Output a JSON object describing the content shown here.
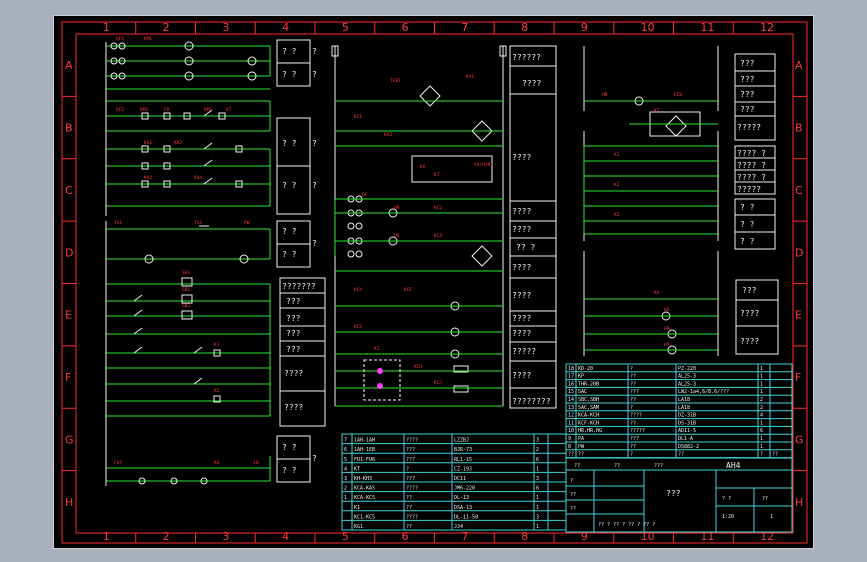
{
  "grid": {
    "columns": [
      "1",
      "2",
      "3",
      "4",
      "5",
      "6",
      "7",
      "8",
      "9",
      "10",
      "11",
      "12"
    ],
    "rows": [
      "A",
      "B",
      "C",
      "D",
      "E",
      "F",
      "G",
      "H"
    ]
  },
  "colors": {
    "frame": "#ff2a2a",
    "wire": "#2ee82e",
    "device": "#f2f2f2",
    "table": "#3fd6d6",
    "marker": "#ff40ff"
  },
  "left_boxes": {
    "box1": [
      "? ?",
      "? ?",
      "?",
      "?"
    ],
    "box2": [
      "? ?",
      "? ?",
      "?",
      "?"
    ],
    "box3": [
      "? ?",
      "? ?",
      "?"
    ],
    "box4": [
      "? ?",
      "? ?",
      "?"
    ]
  },
  "center_boxes": {
    "list": [
      "???????",
      "???",
      "???",
      "???",
      "???",
      "????",
      "????"
    ],
    "bottom": [
      "? ?",
      "???",
      "?"
    ]
  },
  "right_column": {
    "labels": [
      "??????",
      "????",
      "????",
      "????",
      "????",
      "?? ?",
      "????",
      "????",
      "????",
      "????",
      "?????",
      "????",
      "????????"
    ]
  },
  "far_right": {
    "top": [
      "???",
      "???",
      "???",
      "???",
      "?????"
    ],
    "mid": [
      "???? ?",
      "???? ?",
      "???? ?",
      "?????"
    ],
    "mid2": [
      "? ?",
      "? ?",
      "? ?"
    ],
    "bottom": [
      "???",
      "????",
      "????"
    ]
  },
  "bom_upper": [
    [
      "18",
      "KD-20",
      "?",
      "PZ-220",
      "1",
      ""
    ],
    [
      "17",
      "KP",
      "??",
      "AL25-3",
      "1",
      ""
    ],
    [
      "16",
      "THR-20B",
      "??",
      "AL25-3",
      "1",
      ""
    ],
    [
      "15",
      "SAC",
      "???",
      "LW2-1a4,6/B.6/???",
      "1",
      ""
    ],
    [
      "14",
      "SBC,SBH",
      "??",
      "LA18",
      "2",
      ""
    ],
    [
      "13",
      "SAC,SAM",
      "?",
      "LA18",
      "2",
      ""
    ],
    [
      "12",
      "KCA-KCH",
      "????",
      "DZ-31B",
      "4",
      ""
    ],
    [
      "11",
      "KCF-KCH",
      "??",
      "DS-31B",
      "1",
      ""
    ],
    [
      "10",
      "HR,HR,HG",
      "?????",
      "AD11-5",
      "6",
      ""
    ],
    [
      "9",
      "PA",
      "???",
      "DL1-A",
      "1",
      ""
    ],
    [
      "8",
      "PW",
      "??",
      "DS882-2",
      "1",
      ""
    ],
    [
      "??",
      "??",
      "?",
      "??",
      "?",
      "??"
    ]
  ],
  "bom_lower": [
    [
      "7",
      "1AH-1AH",
      "????",
      "LZZBJ",
      "3",
      ""
    ],
    [
      "6",
      "1AH-1EB",
      "???",
      "BJR-73",
      "2",
      ""
    ],
    [
      "5",
      "FU1-FU6",
      "???",
      "RL1-15",
      "6",
      ""
    ],
    [
      "4",
      "KT",
      "?",
      "CZ-19J",
      "1",
      ""
    ],
    [
      "3",
      "KH-KH3",
      "???",
      "DC11",
      "3",
      ""
    ],
    [
      "2",
      "KCA-KAS",
      "????",
      "JM6-220",
      "6",
      ""
    ],
    [
      "1",
      "KCA-KCS",
      "??",
      "DL-13",
      "1",
      ""
    ],
    [
      "",
      "K1",
      "??",
      "DSA-13",
      "1",
      ""
    ],
    [
      "",
      "KC1-KC5",
      "????",
      "DL-11-50",
      "3",
      ""
    ],
    [
      "",
      "KG1",
      "??",
      "JJ4",
      "1",
      ""
    ]
  ],
  "title_block": {
    "drawing_title": "???",
    "doc_no": "AH4",
    "scale": "1:20",
    "sheet": "1",
    "marks": [
      "??",
      "??",
      "??",
      "???",
      "?",
      "??"
    ],
    "signoff": "?? ?  ?? ?  ?? ?  ?? ?"
  },
  "cells": {
    "c1": "?",
    "c2": "?",
    "c3": "?",
    "c4": "?",
    "c5": "?",
    "c6": "?",
    "tb_a": "??",
    "tb_b": "??",
    "tb_c": "???",
    "tb_d": "? ?",
    "tb_e": "??",
    "tb_f": "?",
    "tb_g": "??",
    "tb_h": "??"
  }
}
